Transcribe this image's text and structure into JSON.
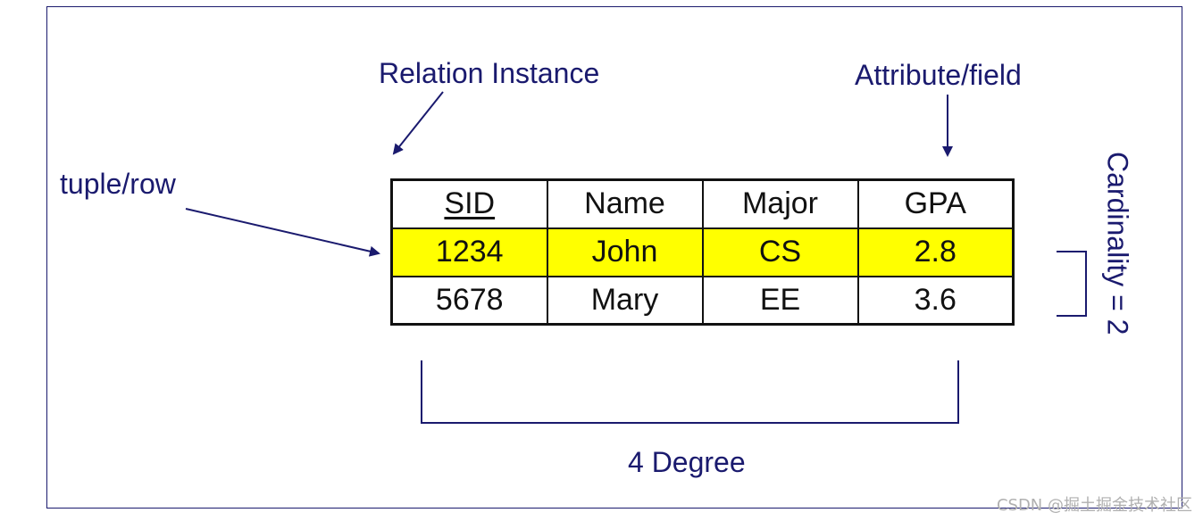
{
  "labels": {
    "relation_instance": "Relation Instance",
    "attribute_field": "Attribute/field",
    "tuple_row": "tuple/row",
    "cardinality": "Cardinality = 2",
    "degree": "4 Degree"
  },
  "table": {
    "headers": [
      "SID",
      "Name",
      "Major",
      "GPA"
    ],
    "key_column": "SID",
    "rows": [
      [
        "1234",
        "John",
        "CS",
        "2.8"
      ],
      [
        "5678",
        "Mary",
        "EE",
        "3.6"
      ]
    ],
    "highlighted_row": 0
  },
  "watermark": "CSDN @掘土掘金技术社区",
  "colors": {
    "label": "#1a1a6e",
    "highlight": "#ffff00",
    "border": "#111111"
  }
}
